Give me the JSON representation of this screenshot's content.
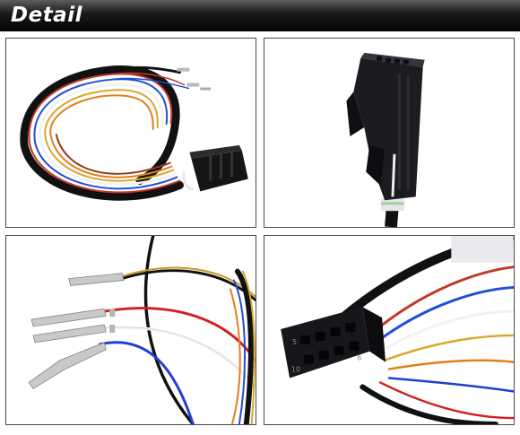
{
  "header": {
    "title": "Detail"
  },
  "photos": [
    {
      "subject": "wiring-harness-with-connector"
    },
    {
      "subject": "connector-side-view"
    },
    {
      "subject": "wire-terminals-closeup"
    },
    {
      "subject": "connector-face-closeup"
    }
  ],
  "connector_face": {
    "pin_label_top": "5",
    "pin_label_bottom": "10",
    "pin_label_side": "6"
  }
}
